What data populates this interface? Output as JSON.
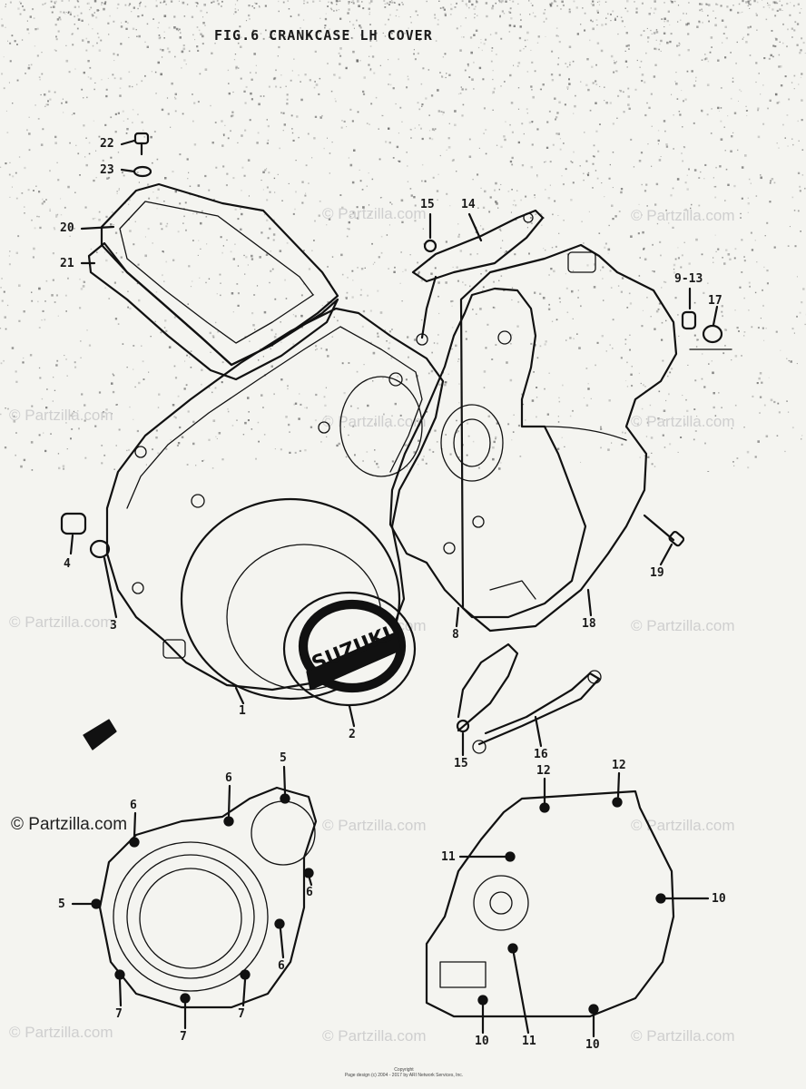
{
  "title": "FIG.6 CRANKCASE LH COVER",
  "brand_text": "SUZUKI",
  "watermark": "© Partzilla.com",
  "copyright": "Copyright\nPage design (c) 2004 - 2017 by ARI Network Services, Inc.",
  "callouts": [
    {
      "id": "22",
      "label": "22"
    },
    {
      "id": "23",
      "label": "23"
    },
    {
      "id": "20",
      "label": "20"
    },
    {
      "id": "21",
      "label": "21"
    },
    {
      "id": "15a",
      "label": "15"
    },
    {
      "id": "14",
      "label": "14"
    },
    {
      "id": "9-13",
      "label": "9-13"
    },
    {
      "id": "17",
      "label": "17"
    },
    {
      "id": "4",
      "label": "4"
    },
    {
      "id": "3",
      "label": "3"
    },
    {
      "id": "1",
      "label": "1"
    },
    {
      "id": "2",
      "label": "2"
    },
    {
      "id": "8",
      "label": "8"
    },
    {
      "id": "18",
      "label": "18"
    },
    {
      "id": "19",
      "label": "19"
    },
    {
      "id": "15b",
      "label": "15"
    },
    {
      "id": "16",
      "label": "16"
    },
    {
      "id": "5a",
      "label": "5"
    },
    {
      "id": "6a",
      "label": "6"
    },
    {
      "id": "6b",
      "label": "6"
    },
    {
      "id": "5b",
      "label": "5"
    },
    {
      "id": "6c",
      "label": "6"
    },
    {
      "id": "6d",
      "label": "6"
    },
    {
      "id": "7a",
      "label": "7"
    },
    {
      "id": "7b",
      "label": "7"
    },
    {
      "id": "7c",
      "label": "7"
    },
    {
      "id": "12a",
      "label": "12"
    },
    {
      "id": "12b",
      "label": "12"
    },
    {
      "id": "11a",
      "label": "11"
    },
    {
      "id": "10a",
      "label": "10"
    },
    {
      "id": "10b",
      "label": "10"
    },
    {
      "id": "10c",
      "label": "10"
    },
    {
      "id": "11b",
      "label": "11"
    }
  ]
}
